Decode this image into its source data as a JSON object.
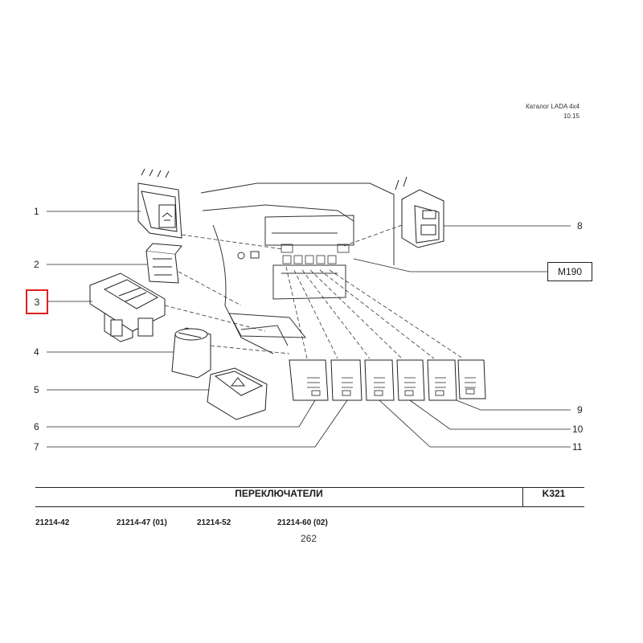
{
  "header": {
    "catalog": "Каталог  LADA  4x4",
    "date": "10.15"
  },
  "callouts": [
    "1",
    "2",
    "3",
    "4",
    "5",
    "6",
    "7",
    "8",
    "9",
    "10",
    "11"
  ],
  "highlighted_callout": "3",
  "ref_box": "M190",
  "title": "ПЕРЕКЛЮЧАТЕЛИ",
  "section_code": "K321",
  "models": [
    "21214-42",
    "21214-47 (01)",
    "21214-52",
    "21214-60 (02)"
  ],
  "page_number": "262",
  "colors": {
    "highlight": "#e02020",
    "line": "#222222"
  }
}
